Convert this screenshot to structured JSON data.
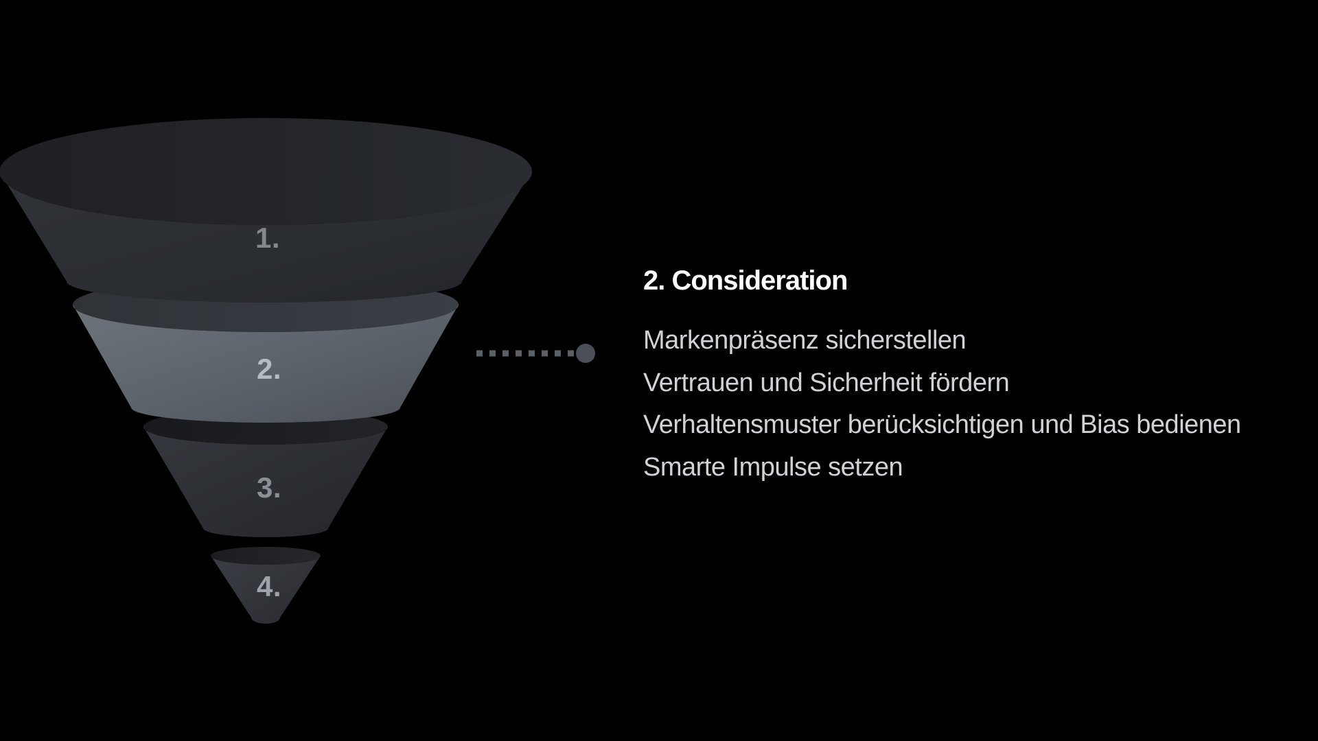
{
  "background_color": "#000000",
  "funnel": {
    "type": "funnel",
    "selected_stage_index": 1,
    "highlight_color": "#636973",
    "base_color": "#2b2e33",
    "stages": [
      {
        "label": "1."
      },
      {
        "label": "2."
      },
      {
        "label": "3."
      },
      {
        "label": "4."
      }
    ]
  },
  "connector": {
    "style": "dashed-line-with-dot",
    "dash_color": "#5b6066",
    "dot_color": "#4b5058"
  },
  "detail": {
    "title": "2. Consideration",
    "title_color": "#ffffff",
    "text_color": "#d0d3d6",
    "items": [
      "Markenpräsenz sicherstellen",
      "Vertrauen und Sicherheit fördern",
      "Verhaltensmuster berücksichtigen und Bias bedienen",
      "Smarte Impulse setzen"
    ]
  }
}
